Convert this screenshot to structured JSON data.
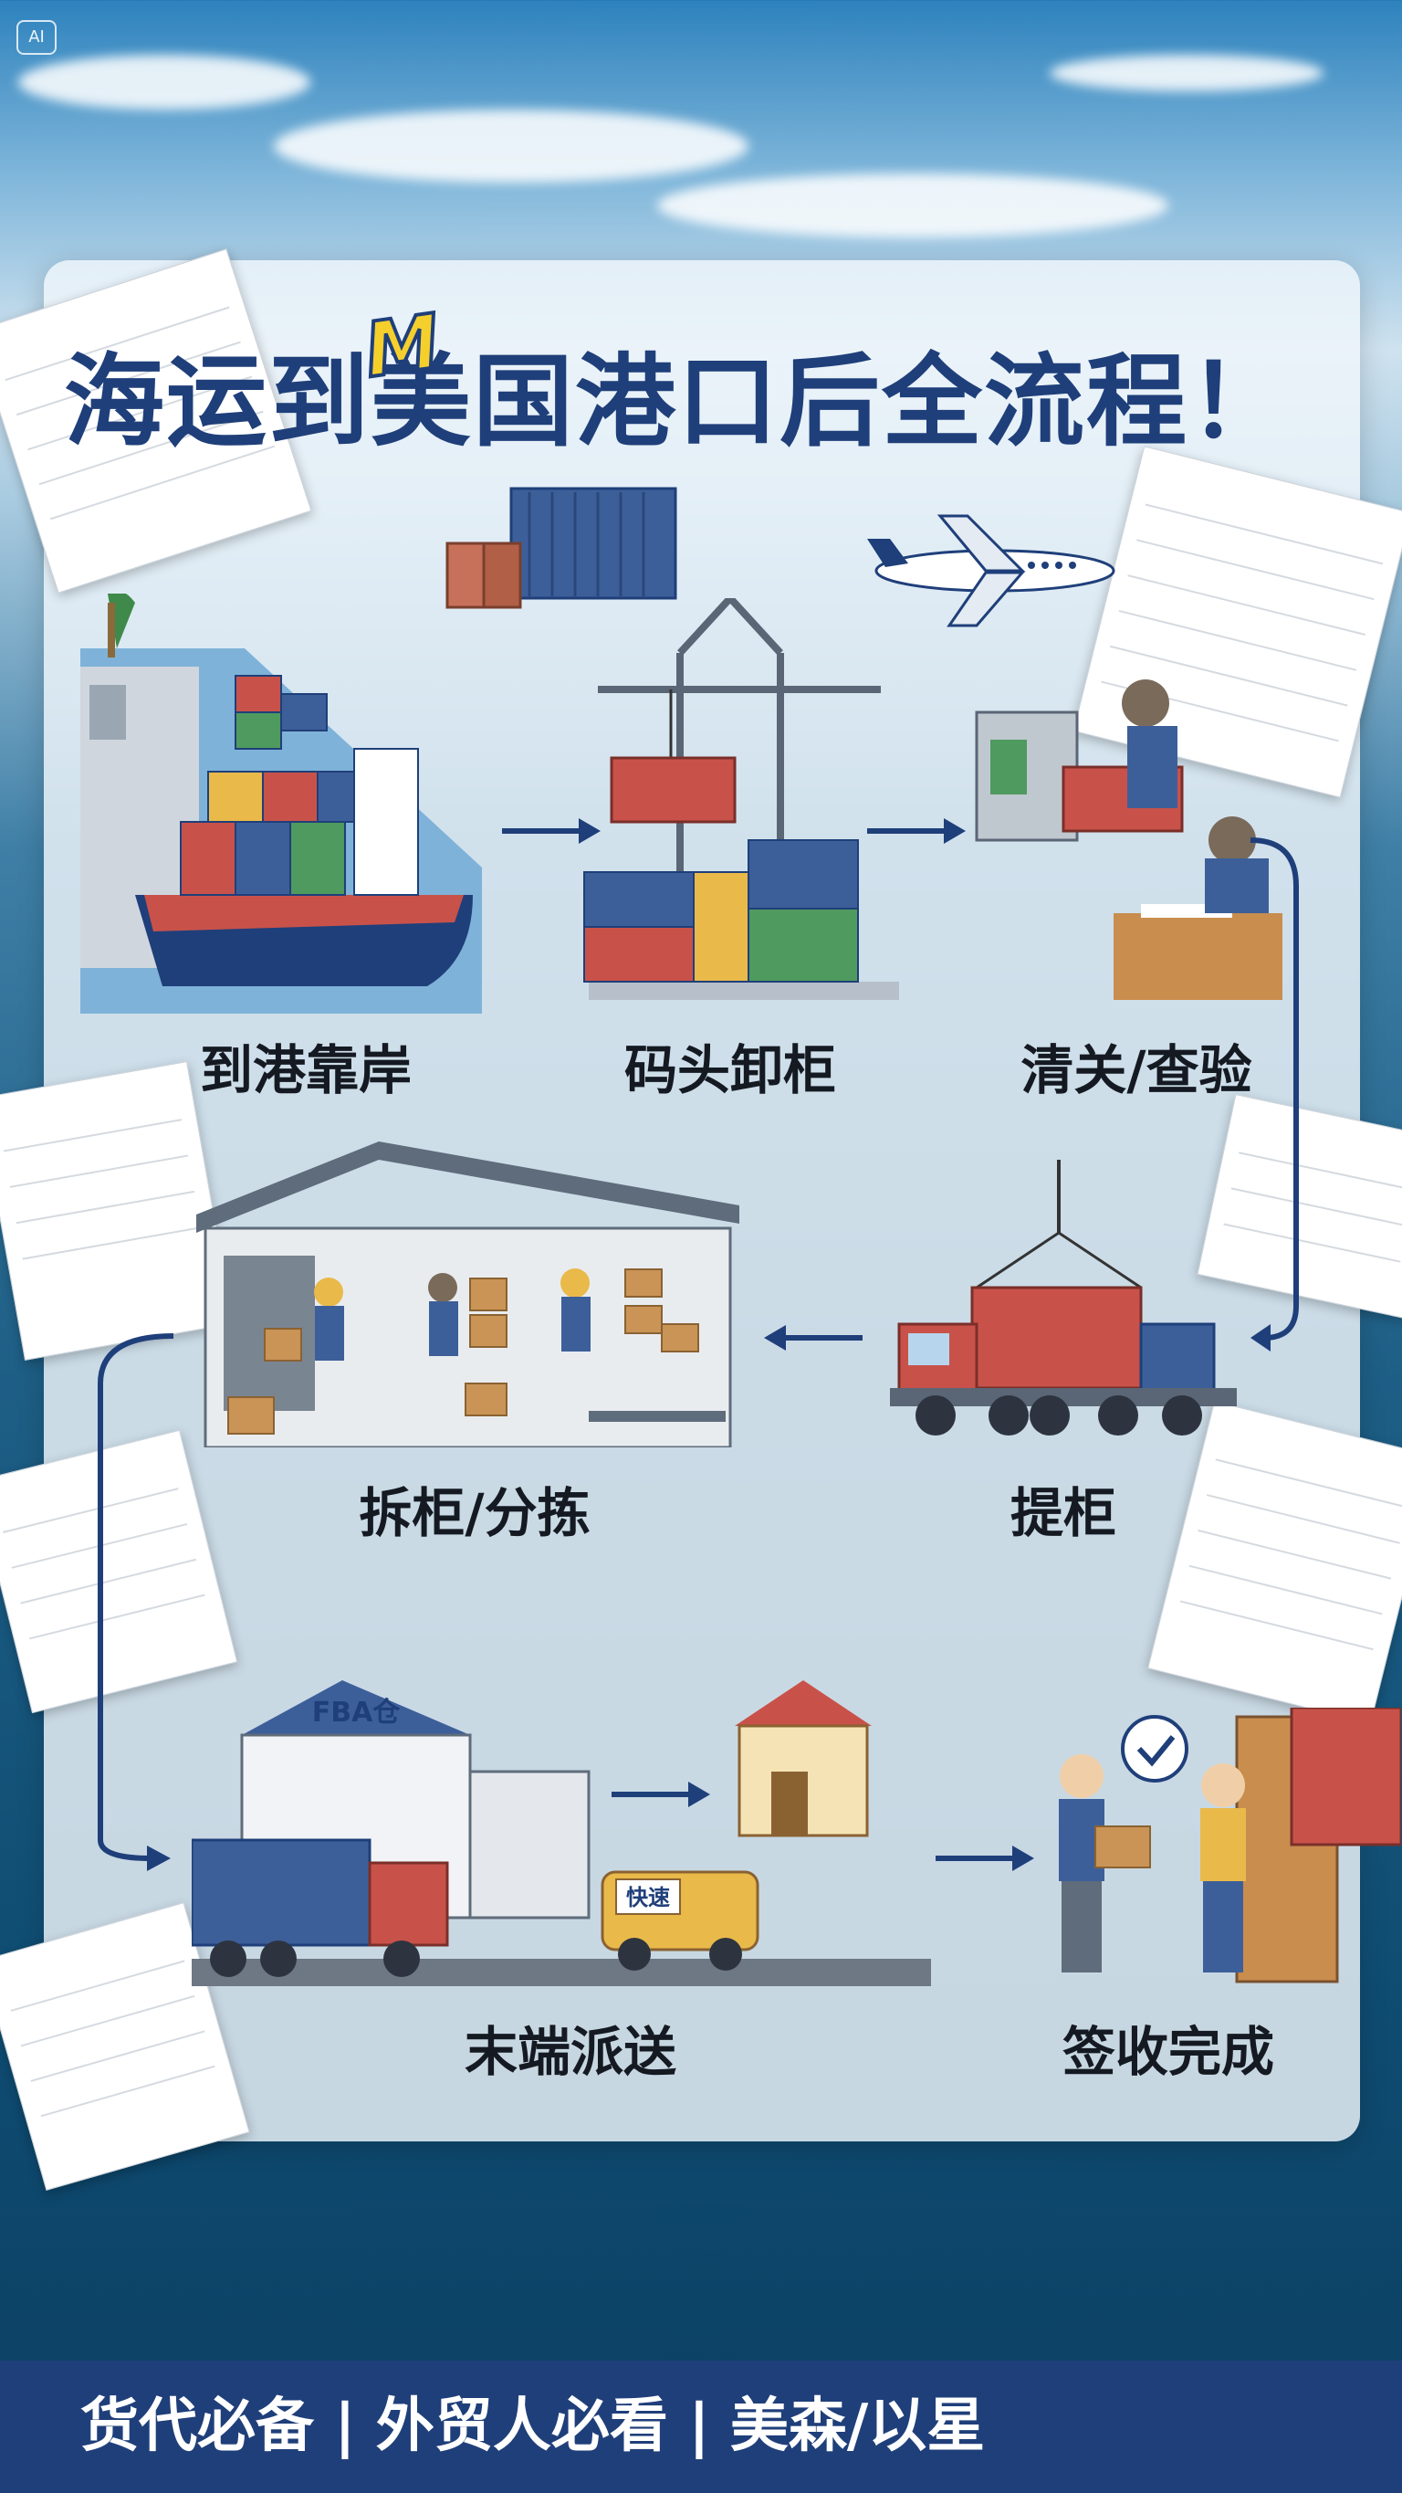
{
  "badge": "AI",
  "title": {
    "prefix": "海运到",
    "mark": "M",
    "under_mark": "美",
    "suffix": "国港口后全流程！"
  },
  "steps": [
    {
      "id": "arrival",
      "label": "到港靠岸"
    },
    {
      "id": "unloading",
      "label": "码头卸柜"
    },
    {
      "id": "customs",
      "label": "清关/查验"
    },
    {
      "id": "pickup",
      "label": "提柜"
    },
    {
      "id": "devanning",
      "label": "拆柜/分拣"
    },
    {
      "id": "delivery",
      "label": "末端派送"
    },
    {
      "id": "signoff",
      "label": "签收完成"
    }
  ],
  "illustration_text": {
    "warehouse_sign": "FBA仓",
    "van_sign": "快速"
  },
  "footer": {
    "text": "货代必备 | 外贸人必看 | 美森/以星"
  },
  "colors": {
    "title": "#1f3f7a",
    "accent_mark": "#f5d02c",
    "footer_bg": "#1f3f7a",
    "arrow": "#1f3f7a",
    "container_red": "#c8524a",
    "container_blue": "#3d5f99",
    "container_green": "#4f9a5e",
    "container_yellow": "#e9b94a"
  }
}
